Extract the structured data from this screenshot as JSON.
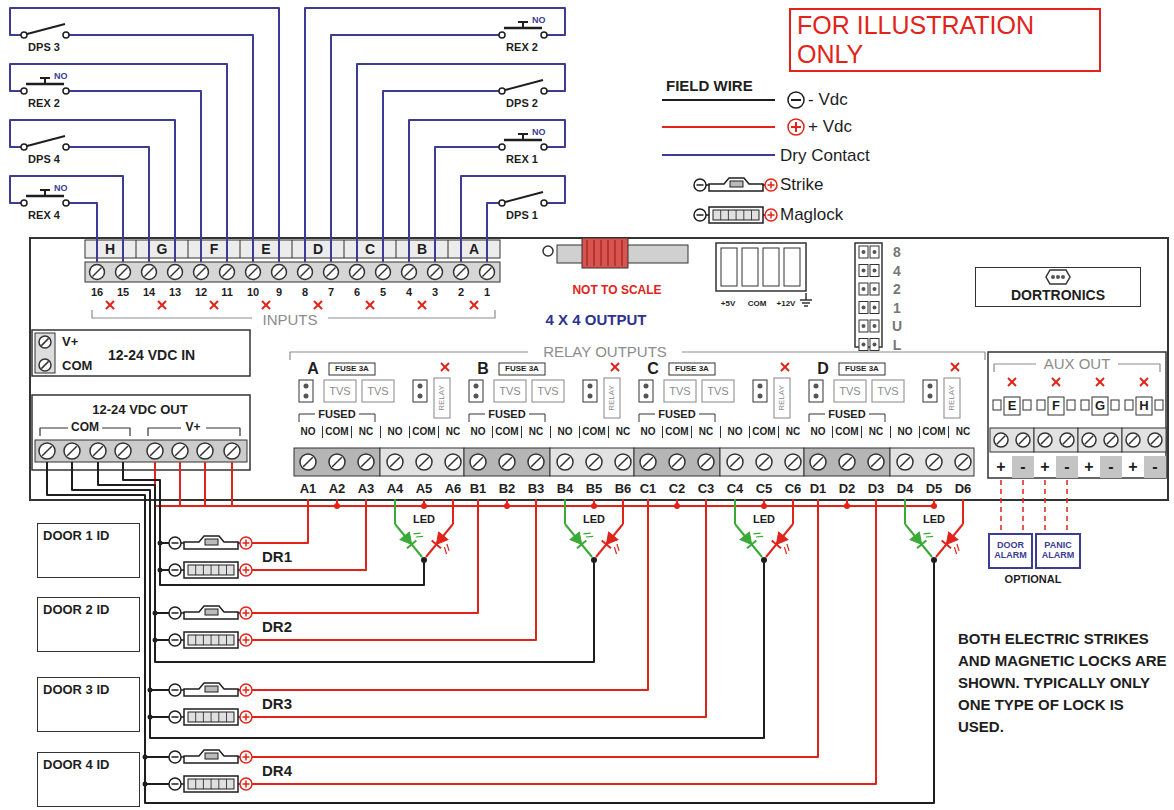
{
  "diagram": {
    "nodes": [
      {
        "text": [
          "FOR ILLUSTRATION ONLY"
        ]
      },
      {
        "text": [
          "DORTRONICS"
        ]
      },
      {
        "text": [
          "DOOR 1 ID"
        ]
      },
      {
        "text": [
          "DOOR 2 ID"
        ]
      },
      {
        "text": [
          "DOOR 3 ID"
        ]
      },
      {
        "text": [
          "DOOR 4 ID"
        ]
      },
      {
        "text": [
          "DOOR ALARM"
        ]
      },
      {
        "text": [
          "PANIC ALARM"
        ]
      }
    ],
    "labels": [
      "DPS 3",
      "REX 2",
      "NO",
      "DPS 4",
      "REX 4",
      "NO",
      "REX 2",
      "NO",
      "DPS 2",
      "REX 1",
      "NO",
      "DPS 1",
      "FIELD WIRE",
      "H",
      "G",
      "F",
      "E",
      "D",
      "C",
      "B",
      "A",
      "16",
      "15",
      "14",
      "13",
      "12",
      "11",
      "10",
      "9",
      "8",
      "7",
      "6",
      "5",
      "4",
      "3",
      "2",
      "1",
      "INPUTS",
      "NOT TO SCALE",
      "4 X 4 OUTPUT",
      "+5V",
      "COM",
      "+12V",
      "8",
      "4",
      "2",
      "1",
      "U",
      "L",
      "V+",
      "COM",
      "12-24 VDC IN",
      "12-24 VDC OUT",
      "COM",
      "V+",
      "RELAY OUTPUTS",
      "A",
      "FUSE 3A",
      "TVS",
      "TVS",
      "RELAY",
      "FUSED",
      "NO",
      "COM",
      "NC",
      "NO",
      "COM",
      "NC",
      "A1",
      "A2",
      "A3",
      "A4",
      "A5",
      "A6",
      "LED",
      "B",
      "FUSE 3A",
      "TVS",
      "TVS",
      "RELAY",
      "FUSED",
      "NO",
      "COM",
      "NC",
      "NO",
      "COM",
      "NC",
      "B1",
      "B2",
      "B3",
      "B4",
      "B5",
      "B6",
      "LED",
      "C",
      "FUSE 3A",
      "TVS",
      "TVS",
      "RELAY",
      "FUSED",
      "NO",
      "COM",
      "NC",
      "NO",
      "COM",
      "NC",
      "C1",
      "C2",
      "C3",
      "C4",
      "C5",
      "C6",
      "LED",
      "D",
      "FUSE 3A",
      "TVS",
      "TVS",
      "RELAY",
      "FUSED",
      "NO",
      "COM",
      "NC",
      "NO",
      "COM",
      "NC",
      "D1",
      "D2",
      "D3",
      "D4",
      "D5",
      "D6",
      "LED",
      "AUX OUT",
      "E",
      "+",
      "-",
      "F",
      "+",
      "-",
      "G",
      "+",
      "-",
      "H",
      "+",
      "-",
      "OPTIONAL",
      "DR1",
      "DR2",
      "DR3",
      "DR4",
      "BOTH ELECTRIC STRIKES AND MAGNETIC LOCKS ARE SHOWN. TYPICALLY ONLY ONE TYPE OF LOCK IS USED."
    ],
    "legend": [
      {
        "text": "- Vdc"
      },
      {
        "text": "+ Vdc"
      },
      {
        "text": "Dry Contact"
      },
      {
        "text": "Strike"
      },
      {
        "text": "Maglock"
      }
    ]
  }
}
